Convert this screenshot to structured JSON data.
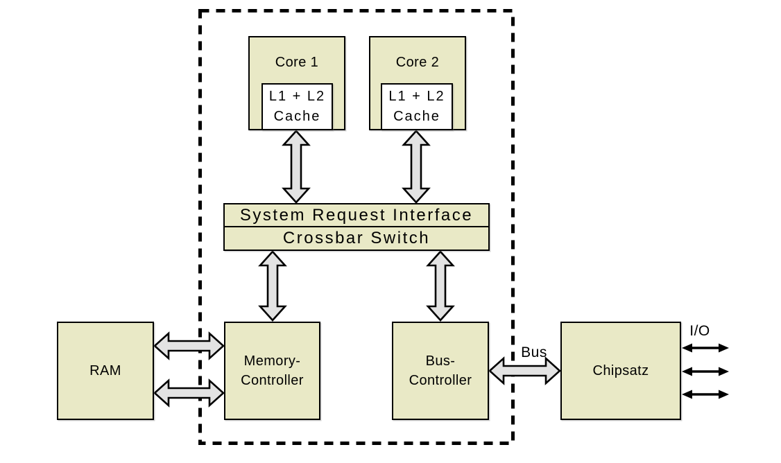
{
  "colors": {
    "background": "#ffffff",
    "box_fill": "#e9e9c6",
    "box_border": "#000000",
    "cache_fill": "#ffffff",
    "arrow_fill": "#e3e3e3",
    "arrow_stroke": "#000000",
    "dashed_border": "#000000",
    "text": "#000000"
  },
  "nodes": {
    "core1": {
      "label": "Core 1"
    },
    "core2": {
      "label": "Core 2"
    },
    "cache1": {
      "line1": "L1 + L2",
      "line2": "Cache"
    },
    "cache2": {
      "line1": "L1 + L2",
      "line2": "Cache"
    },
    "system_request_interface": {
      "label": "System Request Interface"
    },
    "crossbar_switch": {
      "label": "Crossbar Switch"
    },
    "ram": {
      "label": "RAM"
    },
    "memory_controller": {
      "line1": "Memory-",
      "line2": "Controller"
    },
    "bus_controller": {
      "line1": "Bus-",
      "line2": "Controller"
    },
    "chipsatz": {
      "label": "Chipsatz"
    }
  },
  "labels": {
    "bus": "Bus",
    "io": "I/O"
  }
}
